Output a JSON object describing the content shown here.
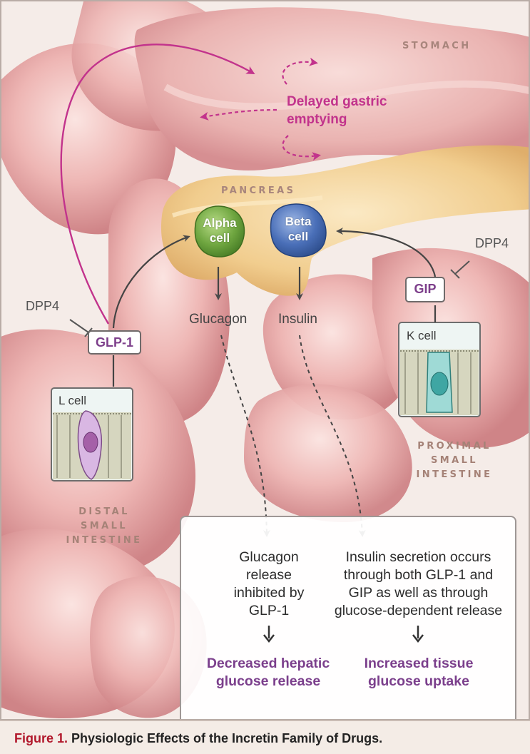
{
  "organs": {
    "stomach": "STOMACH",
    "pancreas": "PANCREAS",
    "distal_small_intestine": [
      "DISTAL",
      "SMALL",
      "INTESTINE"
    ],
    "proximal_small_intestine": [
      "PROXIMAL",
      "SMALL",
      "INTESTINE"
    ]
  },
  "gastric_effect": [
    "Delayed gastric",
    "emptying"
  ],
  "pancreatic_cells": {
    "alpha": [
      "Alpha",
      "cell"
    ],
    "beta": [
      "Beta",
      "cell"
    ]
  },
  "hormones_released": {
    "glucagon": "Glucagon",
    "insulin": "Insulin"
  },
  "incretins": {
    "glp1": "GLP-1",
    "gip": "GIP"
  },
  "enzyme_labels": {
    "left": "DPP4",
    "right": "DPP4"
  },
  "secreting_cells": {
    "l_cell": "L cell",
    "k_cell": "K cell"
  },
  "effects": {
    "glucagon_effect": [
      "Glucagon",
      "release",
      "inhibited by",
      "GLP-1"
    ],
    "glucagon_outcome": [
      "Decreased hepatic",
      "glucose release"
    ],
    "insulin_effect": [
      "Insulin secretion occurs",
      "through both GLP-1 and",
      "GIP as well as through",
      "glucose-dependent release"
    ],
    "insulin_outcome": [
      "Increased tissue",
      "glucose uptake"
    ]
  },
  "caption": {
    "label": "Figure 1.",
    "text": "Physiologic Effects of the Incretin Family of Drugs."
  },
  "colors": {
    "gastric_pink": "#c2338c",
    "outcome_purple": "#7b3f8c",
    "caption_red": "#b1172b",
    "alpha_cell_green": "#6fa640",
    "beta_cell_blue": "#4a6fb8",
    "glp1_cell_violet": "#a560a8",
    "gip_cell_teal": "#3fa6a3"
  }
}
